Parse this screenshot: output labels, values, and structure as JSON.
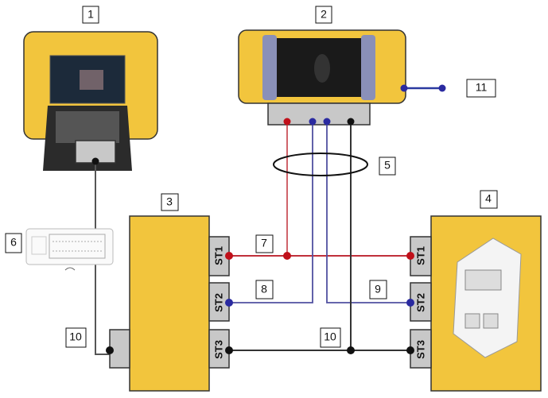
{
  "callouts": {
    "c1": "1",
    "c2": "2",
    "c3": "3",
    "c4": "4",
    "c5": "5",
    "c6": "6",
    "c7": "7",
    "c8": "8",
    "c9": "9",
    "c10a": "10",
    "c10b": "10",
    "c11": "11"
  },
  "ports": {
    "left": [
      "ST1",
      "ST2",
      "ST3"
    ],
    "right": [
      "ST1",
      "ST2",
      "ST3"
    ]
  },
  "colors": {
    "yellow": "#f2c53d",
    "gray": "#c8c8c8",
    "red_wire": "#c0303a",
    "blue_wire": "#5050a0",
    "black_wire": "#333333"
  }
}
